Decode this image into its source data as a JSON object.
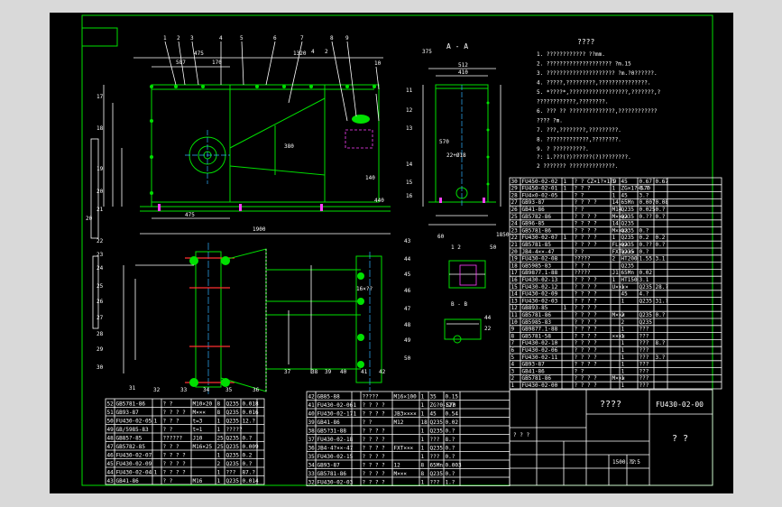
{
  "section_title": "A - A",
  "tech_requirements": {
    "title": "????",
    "lines": [
      "1. ????????????  ??mm.",
      "2. ???????????????????? ?m.15",
      "3. ????????????????????? ?m.?0??????.",
      "4. ?????,?????????,???????????????.",
      "5. *????*,??????????????????,???????,?",
      "   ????????????,????????.",
      "6. ??? ?? ??????????????,????????????",
      "   ???? ?m.",
      "7. ???,????????,?????????.",
      "8. ?????????????,????????.",
      "9. ? ??????????."
    ],
    "notes": [
      "?: 1.???(?)??????(?)????????.",
      "2 ???????  ??????????????."
    ]
  },
  "dims_top": [
    "475",
    "587",
    "170",
    "1320",
    "512",
    "410",
    "375",
    "4",
    "2"
  ],
  "dims_misc": [
    "380",
    "1900",
    "475",
    "60",
    "1850",
    "140",
    "440",
    "20",
    "570",
    "22+Ø18",
    "16×??"
  ],
  "callouts_top": [
    "1",
    "2",
    "3",
    "4",
    "5",
    "6",
    "7",
    "8",
    "9",
    "10",
    "11",
    "12",
    "13",
    "14",
    "15",
    "16",
    "17",
    "18",
    "19",
    "20",
    "21"
  ],
  "callouts_bottom": [
    "22",
    "23",
    "24",
    "25",
    "26",
    "27",
    "28",
    "29",
    "30",
    "31",
    "32",
    "33",
    "34",
    "35",
    "36",
    "37",
    "38",
    "39",
    "40",
    "41",
    "42",
    "43",
    "44",
    "45",
    "46",
    "47",
    "48",
    "49",
    "50"
  ],
  "detail_labels": [
    "B - B",
    "1 2",
    "50",
    "44",
    "22"
  ],
  "bom_right": [
    [
      "30",
      "FU450-02-02",
      "1",
      "? ? CZ×1?×1?9",
      "1",
      "45",
      "0.67",
      "0.67"
    ],
    [
      "29",
      "FU450-02-01",
      "1",
      "? ? ?",
      "1",
      "ZG×1?-570",
      "8.?",
      ""
    ],
    [
      "28",
      "FU4×0-02-05",
      "",
      "? ?",
      "1",
      "45",
      "3.?",
      ""
    ],
    [
      "27",
      "GB93-87",
      "",
      "? ? ? ?",
      "14",
      "65Mn",
      "0.007",
      "0.08"
    ],
    [
      "26",
      "GB41-86",
      "",
      "? ?",
      "M14",
      "Q235",
      "0.025",
      "0.?"
    ],
    [
      "25",
      "GB5782-86",
      "",
      "? ? ? ?",
      "M××××",
      "Q235",
      "0.??",
      "0.?"
    ],
    [
      "24",
      "GB96-85",
      "",
      "? ? ? ?",
      "14",
      "Q235",
      "",
      ""
    ],
    [
      "23",
      "GB5781-86",
      "",
      "? ? ? ?",
      "M××××",
      "Q235",
      "0.?",
      ""
    ],
    [
      "22",
      "FU430-02-07",
      "1",
      "? ? ? ?",
      "1",
      "Q235",
      "0.2",
      "0.2"
    ],
    [
      "21",
      "GB5781-85",
      "",
      "? ? ? ?",
      "FL×××",
      "Q235",
      "0.??",
      "0.?"
    ],
    [
      "20",
      "JB4-4××-47",
      "",
      "? ?",
      "FXT××××",
      "Q235",
      "0.?",
      ""
    ],
    [
      "19",
      "FU430-02-08",
      "",
      "?????",
      "2",
      "HT200",
      "1.55",
      "3.1"
    ],
    [
      "18",
      "GB5985-83",
      "",
      "? ? ?",
      "",
      "Q235",
      "",
      ""
    ],
    [
      "17",
      "GB9877.1-88",
      "",
      "?????",
      "J1",
      "65Mn",
      "0.02",
      ""
    ],
    [
      "16",
      "FU430-02-13",
      "",
      "? ? ? ?",
      "1",
      "HT150",
      "3.1",
      ""
    ],
    [
      "15",
      "FU430-02-12",
      "",
      "? ? ? ?",
      "U××××",
      "1",
      "Q235",
      "28.?"
    ],
    [
      "14",
      "FU430-02-09",
      "",
      "? ? ? ?",
      "",
      "45",
      "4.?",
      ""
    ],
    [
      "13",
      "FU430-02-03",
      "",
      "? ? ? ?",
      "",
      "1",
      "Q235",
      "31.?"
    ],
    [
      "12",
      "GB893-85",
      "1",
      "? ? ? ?",
      "",
      "",
      "",
      ""
    ],
    [
      "11",
      "GB5781-86",
      "",
      "? ? ? ?",
      "M×××",
      "2",
      "Q235",
      "0.?"
    ],
    [
      "10",
      "GB5985-83",
      "",
      "? ? ? ?",
      "",
      "2",
      "Q235",
      ""
    ],
    [
      "9",
      "GB9877.1-88",
      "",
      "? ? ? ?",
      "",
      "1",
      "???",
      ""
    ],
    [
      "8",
      "GB5781-58",
      "",
      "? ? ? ?",
      "××××",
      "1",
      "???",
      ""
    ],
    [
      "7",
      "FU430-02-10",
      "",
      "? ? ? ?",
      "",
      "1",
      "???",
      "8.?"
    ],
    [
      "6",
      "FU430-02-06",
      "",
      "? ? ? ?",
      "",
      "1",
      "???",
      ""
    ],
    [
      "5",
      "FU430-02-11",
      "",
      "? ? ? ?",
      "",
      "1",
      "???",
      "3.?"
    ],
    [
      "4",
      "GB93-87",
      "",
      "? ? ? ?",
      "",
      "1",
      "???",
      ""
    ],
    [
      "3",
      "GB41-86",
      "",
      "? ?",
      "",
      "1",
      "???",
      ""
    ],
    [
      "2",
      "GB5781-86",
      "",
      "? ? ? ?",
      "M×××",
      "1",
      "???",
      ""
    ],
    [
      "1",
      "FU430-02-00",
      "",
      "? ? ? ?",
      "",
      "1",
      "???",
      ""
    ]
  ],
  "bom_bottom_left": [
    [
      "52",
      "GB5781-86",
      "",
      "? ?",
      "M10×20",
      "8",
      "Q235",
      "0.018"
    ],
    [
      "51",
      "GB93-87",
      "",
      "? ? ? ?",
      "M×××",
      "8",
      "Q235",
      "0.016"
    ],
    [
      "50",
      "FU430-02-05",
      "1",
      "? ? ?",
      "t=3",
      "1",
      "Q235",
      "12.?"
    ],
    [
      "49",
      "GB/5985-83",
      "",
      "? ?",
      "t=1",
      "1",
      "?????",
      ""
    ],
    [
      "48",
      "GB85?-85",
      "",
      "??????",
      "J10",
      "25",
      "Q235",
      "0.?"
    ],
    [
      "47",
      "GB5782-85",
      "",
      "? ? ?",
      "M16×25",
      "25",
      "Q235",
      "0.009"
    ],
    [
      "46",
      "FU430-02-07",
      "",
      "? ? ? ?",
      "",
      "1",
      "Q235",
      "0.2"
    ],
    [
      "45",
      "FU430-02-09",
      "",
      "? ? ? ?",
      "",
      "2",
      "Q235",
      "0.?"
    ],
    [
      "44",
      "FU430-02-04",
      "1",
      "? ? ? ?",
      "",
      "1",
      "???",
      "87.?"
    ],
    [
      "43",
      "GB41-86",
      "",
      "? ?",
      "M16",
      "1",
      "Q235",
      "0.014"
    ]
  ],
  "bom_bottom_mid": [
    [
      "42",
      "GB85-88",
      "",
      "?????",
      "M16×100",
      "1",
      "35",
      "0.15"
    ],
    [
      "41",
      "FU430-02-06",
      "1",
      "? ? ? ?",
      "",
      "1",
      "ZG?0-570",
      "127"
    ],
    [
      "40",
      "FU430-02-17",
      "1",
      "? ? ? ?",
      "JB3××××",
      "1",
      "45",
      "0.54"
    ],
    [
      "39",
      "GB41-86",
      "",
      "? ?",
      "M12",
      "18",
      "Q235",
      "0.02"
    ],
    [
      "38",
      "GB5?31-88",
      "",
      "? ? ? ?",
      "",
      "1",
      "Q235",
      "0.?"
    ],
    [
      "37",
      "FU430-02-18",
      "",
      "? ? ? ?",
      "",
      "1",
      "???",
      "8.?"
    ],
    [
      "36",
      "JB4-4?××-47",
      "",
      "? ? ? ?",
      "FXT×××",
      "1",
      "Q235",
      "0.?"
    ],
    [
      "35",
      "FU430-02-15",
      "",
      "? ? ? ?",
      "",
      "1",
      "???",
      "0.?"
    ],
    [
      "34",
      "GB93-87",
      "",
      "? ? ? ?",
      "12",
      "8",
      "65Mn",
      "0.003"
    ],
    [
      "33",
      "GB5781-86",
      "",
      "? ? ? ?",
      "M×××",
      "8",
      "Q235",
      "0.?"
    ],
    [
      "32",
      "FU430-02-03",
      "",
      "? ? ? ?",
      "",
      "1",
      "???",
      "1.?"
    ]
  ],
  "title_block": {
    "title": "????",
    "drawing_no": "FU430-02-00",
    "subtitle": "? ?",
    "scale_info": "? ?  ?",
    "mass": "1500.??",
    "sheet": "1:5"
  }
}
